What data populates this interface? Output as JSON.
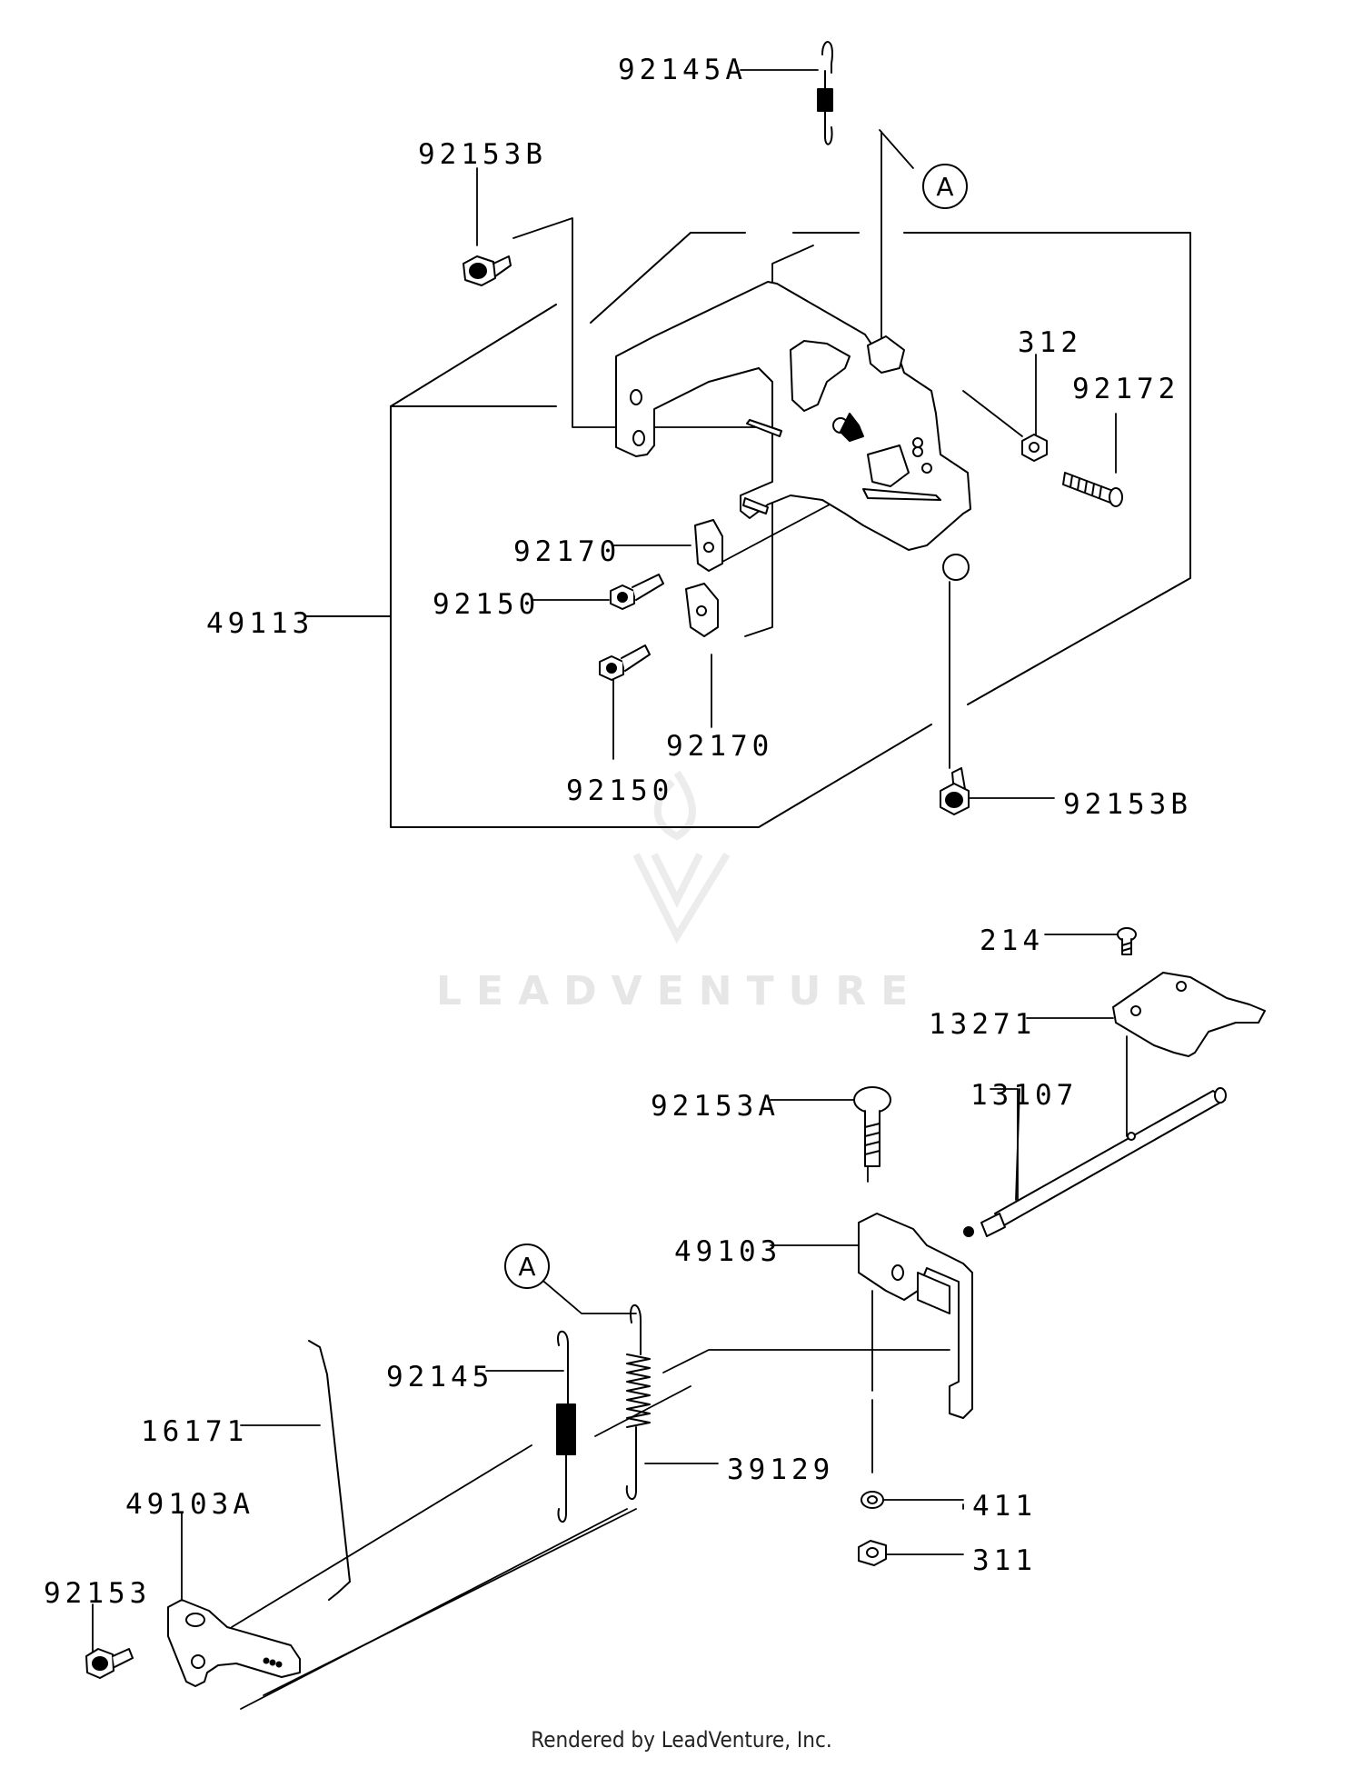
{
  "labels": {
    "p92145A": "92145A",
    "p92153B_top": "92153B",
    "p312": "312",
    "p92172": "92172",
    "p92170_a": "92170",
    "p92150_a": "92150",
    "p49113": "49113",
    "p92170_b": "92170",
    "p92150_b": "92150",
    "p92153B_bottom": "92153B",
    "p214": "214",
    "p13271": "13271",
    "p13107": "13107",
    "p92153A": "92153A",
    "p49103": "49103",
    "p92145": "92145",
    "p16171": "16171",
    "p39129": "39129",
    "p49103A": "49103A",
    "p411": "411",
    "p311": "311",
    "p92153": "92153"
  },
  "callouts": {
    "top": "A",
    "bottom": "A"
  },
  "watermark": "LEADVENTURE",
  "footer": "Rendered by LeadVenture, Inc."
}
